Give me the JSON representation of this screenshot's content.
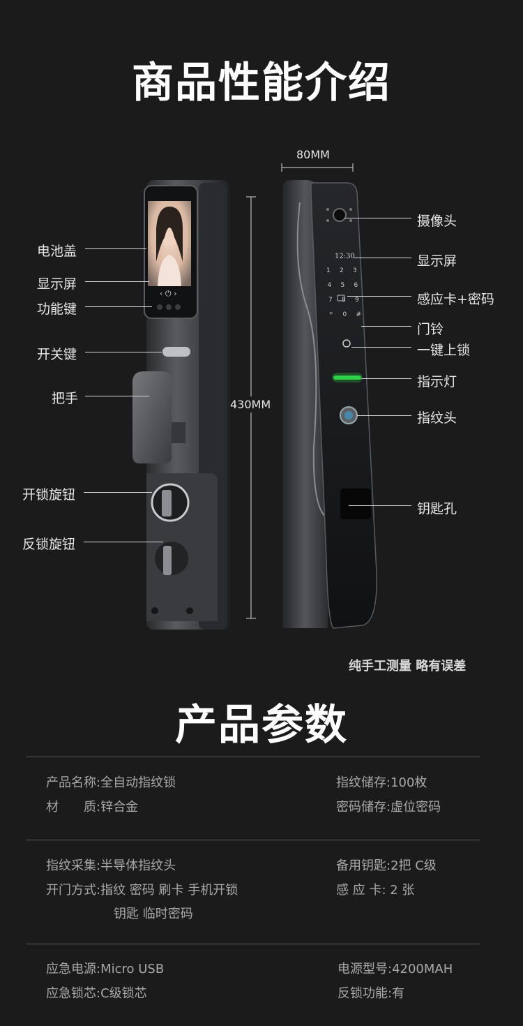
{
  "intro": {
    "title": "商品性能介绍",
    "dim_width": "80MM",
    "dim_height": "430MM",
    "lcd_time": "12:30",
    "keypad": [
      "1",
      "2",
      "3",
      "4",
      "5",
      "6",
      "7",
      "8",
      "9",
      "*",
      "0",
      "#"
    ],
    "left_labels": [
      "电池盖",
      "显示屏",
      "功能键",
      "开关键",
      "把手",
      "开锁旋钮",
      "反锁旋钮"
    ],
    "right_labels": [
      "摄像头",
      "显示屏",
      "感应卡+密码",
      "门铃",
      "一键上锁",
      "指示灯",
      "指纹头",
      "钥匙孔"
    ],
    "note": "纯手工测量 略有误差"
  },
  "params": {
    "title": "产品参数",
    "rows": [
      {
        "label": "产品名称:",
        "value": "全自动指纹锁"
      },
      {
        "label": "材　　质:",
        "value": "锌合金"
      },
      {
        "label": "指纹储存:",
        "value": "100枚"
      },
      {
        "label": "密码储存:",
        "value": "虚位密码"
      },
      {
        "label": "指纹采集:",
        "value": "半导体指纹头"
      },
      {
        "label": "开门方式:",
        "value": "指纹 密码 刷卡 手机开锁"
      },
      {
        "label": "",
        "value": "钥匙 临时密码"
      },
      {
        "label": "备用钥匙:",
        "value": "2把 C级"
      },
      {
        "label": "感 应 卡:",
        "value": " 2 张"
      },
      {
        "label": "应急电源:",
        "value": "Micro USB"
      },
      {
        "label": "应急锁芯:",
        "value": "C级锁芯"
      },
      {
        "label": "电源型号:",
        "value": "4200MAH"
      },
      {
        "label": "反锁功能:",
        "value": "有"
      }
    ]
  },
  "colors": {
    "background": "#1b1b1c",
    "lock_body": "#4a4b4e",
    "indicator": "#2fe04a"
  }
}
